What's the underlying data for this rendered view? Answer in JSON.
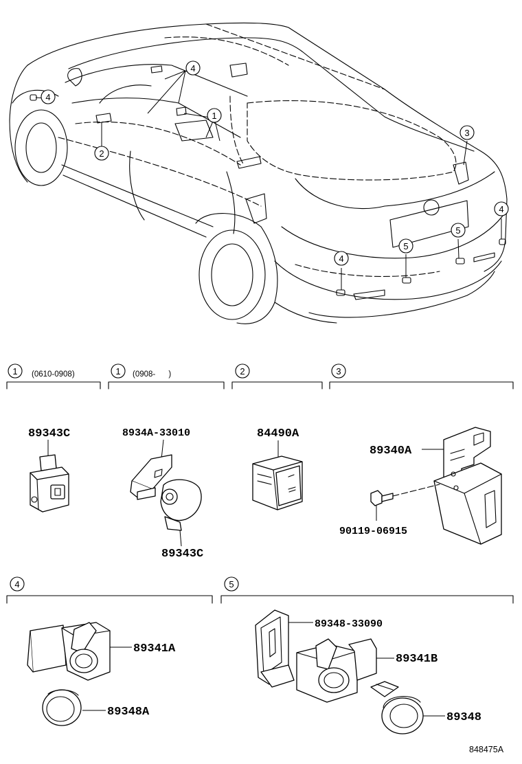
{
  "car_callouts": {
    "c1": "1",
    "c2": "2",
    "c3": "3",
    "c4a": "4",
    "c4b": "4",
    "c4c": "4",
    "c4d": "4",
    "c5a": "5",
    "c5b": "5"
  },
  "sections": [
    {
      "number": "1",
      "note": "(0610-0908)"
    },
    {
      "number": "1",
      "note": "(0908-      )"
    },
    {
      "number": "2",
      "note": ""
    },
    {
      "number": "3",
      "note": ""
    },
    {
      "number": "4",
      "note": ""
    },
    {
      "number": "5",
      "note": ""
    }
  ],
  "parts": {
    "s1a_switch": "89343C",
    "s1b_bracket": "8934A-33010",
    "s1b_switch": "89343C",
    "s2_switch": "84490A",
    "s3_computer": "89340A",
    "s3_screw": "90119-06915",
    "s4_sensor": "89341A",
    "s4_retainer": "89348A",
    "s5_holder": "89348-33090",
    "s5_sensor": "89341B",
    "s5_retainer": "89348"
  },
  "diagram_ref": "848475A"
}
